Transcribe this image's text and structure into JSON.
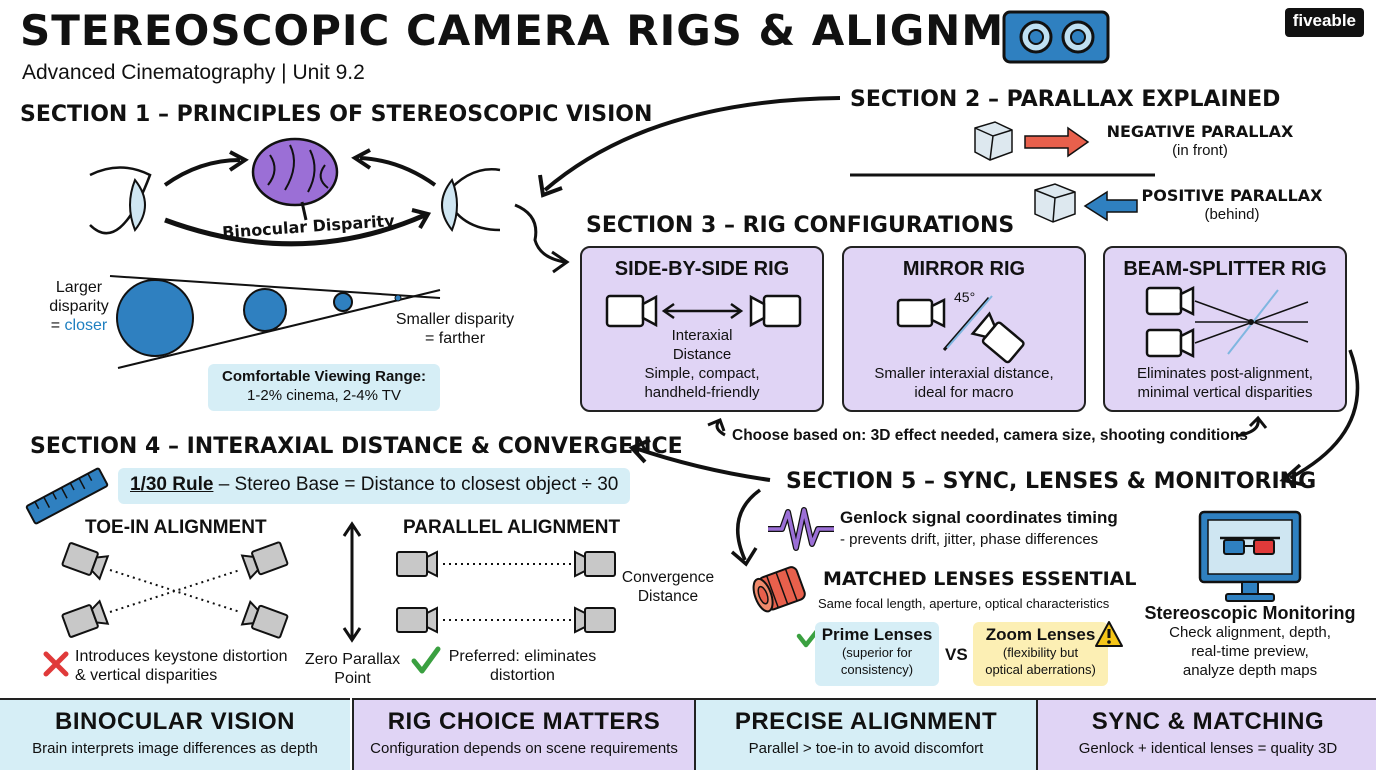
{
  "header": {
    "title": "STEREOSCOPIC CAMERA RIGS & ALIGNMENT",
    "subtitle": "Advanced Cinematography | Unit 9.2",
    "logo": "fiveable"
  },
  "section1": {
    "heading": "SECTION 1 – PRINCIPLES OF STEREOSCOPIC VISION",
    "arrow_label": "Binocular Disparity",
    "larger_label_1": "Larger",
    "larger_label_2": "disparity",
    "larger_label_3a": "= ",
    "larger_label_3b": "closer",
    "smaller_label_1": "Smaller disparity",
    "smaller_label_2": "= farther",
    "range_title": "Comfortable Viewing Range:",
    "range_value": "1-2% cinema, 2-4% TV"
  },
  "section2": {
    "heading": "SECTION 2 – PARALLAX EXPLAINED",
    "negative_title": "NEGATIVE PARALLAX",
    "negative_sub": "(in front)",
    "positive_title": "POSITIVE PARALLAX",
    "positive_sub": "(behind)"
  },
  "section3": {
    "heading": "SECTION 3 – RIG CONFIGURATIONS",
    "cards": [
      {
        "title": "SIDE-BY-SIDE RIG",
        "label_1": "Interaxial",
        "label_2": "Distance",
        "desc_1": "Simple, compact,",
        "desc_2": "handheld-friendly"
      },
      {
        "title": "MIRROR RIG",
        "label_1": "45°",
        "label_2": "",
        "desc_1": "Smaller interaxial distance,",
        "desc_2": "ideal for macro"
      },
      {
        "title": "BEAM-SPLITTER RIG",
        "label_1": "",
        "label_2": "",
        "desc_1": "Eliminates post-alignment,",
        "desc_2": "minimal vertical disparities"
      }
    ],
    "choose_note": "Choose based on: 3D effect needed, camera size, shooting conditions"
  },
  "section4": {
    "heading": "SECTION 4 – INTERAXIAL DISTANCE & CONVERGENCE",
    "rule_name": "1/30 Rule",
    "rule_text": " – Stereo Base = Distance to closest object ÷ 30",
    "toe_in_title": "TOE-IN ALIGNMENT",
    "toe_in_note_1": "Introduces keystone distortion",
    "toe_in_note_2": "& vertical disparities",
    "zero_parallax_1": "Zero Parallax",
    "zero_parallax_2": "Point",
    "parallel_title": "PARALLEL ALIGNMENT",
    "parallel_note_1": "Preferred: eliminates",
    "parallel_note_2": "distortion",
    "convergence_1": "Convergence",
    "convergence_2": "Distance"
  },
  "section5": {
    "heading": "SECTION 5 – SYNC, LENSES & MONITORING",
    "genlock_title": "Genlock signal coordinates timing",
    "genlock_sub": "- prevents drift, jitter, phase differences",
    "lenses_title": "MATCHED LENSES ESSENTIAL",
    "lenses_sub": "Same focal length, aperture, optical characteristics",
    "prime_title": "Prime Lenses",
    "prime_sub_1": "(superior for",
    "prime_sub_2": "consistency)",
    "vs": "VS",
    "zoom_title": "Zoom Lenses",
    "zoom_sub_1": "(flexibility but",
    "zoom_sub_2": "optical aberrations)",
    "monitor_title": "Stereoscopic Monitoring",
    "monitor_sub_1": "Check alignment, depth,",
    "monitor_sub_2": "real-time preview,",
    "monitor_sub_3": "analyze depth maps"
  },
  "footer": [
    {
      "title": "BINOCULAR VISION",
      "desc": "Brain interprets image differences as depth",
      "color": "#d6eef6"
    },
    {
      "title": "RIG CHOICE MATTERS",
      "desc": "Configuration depends on scene requirements",
      "color": "#e0d4f5"
    },
    {
      "title": "PRECISE ALIGNMENT",
      "desc": "Parallel > toe-in to avoid discomfort",
      "color": "#d6eef6"
    },
    {
      "title": "SYNC & MATCHING",
      "desc": "Genlock + identical lenses = quality 3D",
      "color": "#e0d4f5"
    }
  ],
  "colors": {
    "purple": "#e0d4f5",
    "blue_box": "#d6eef6",
    "sphere_blue": "#2f80c0",
    "closer_blue": "#1e7fc0",
    "red_arrow": "#e8604c",
    "blue_arrow": "#2f80c0",
    "brain": "#9b6fd6",
    "check_green": "#3aa040",
    "cross_red": "#e03a3a",
    "warning_yellow": "#f5c518"
  },
  "icons": [
    "stereo-camera-icon",
    "brain-icon",
    "eye-icon",
    "cube-icon",
    "camera-icon",
    "ruler-icon",
    "waveform-icon",
    "lens-icon",
    "monitor-icon",
    "3d-glasses-icon",
    "check-icon",
    "cross-icon",
    "warning-icon"
  ]
}
